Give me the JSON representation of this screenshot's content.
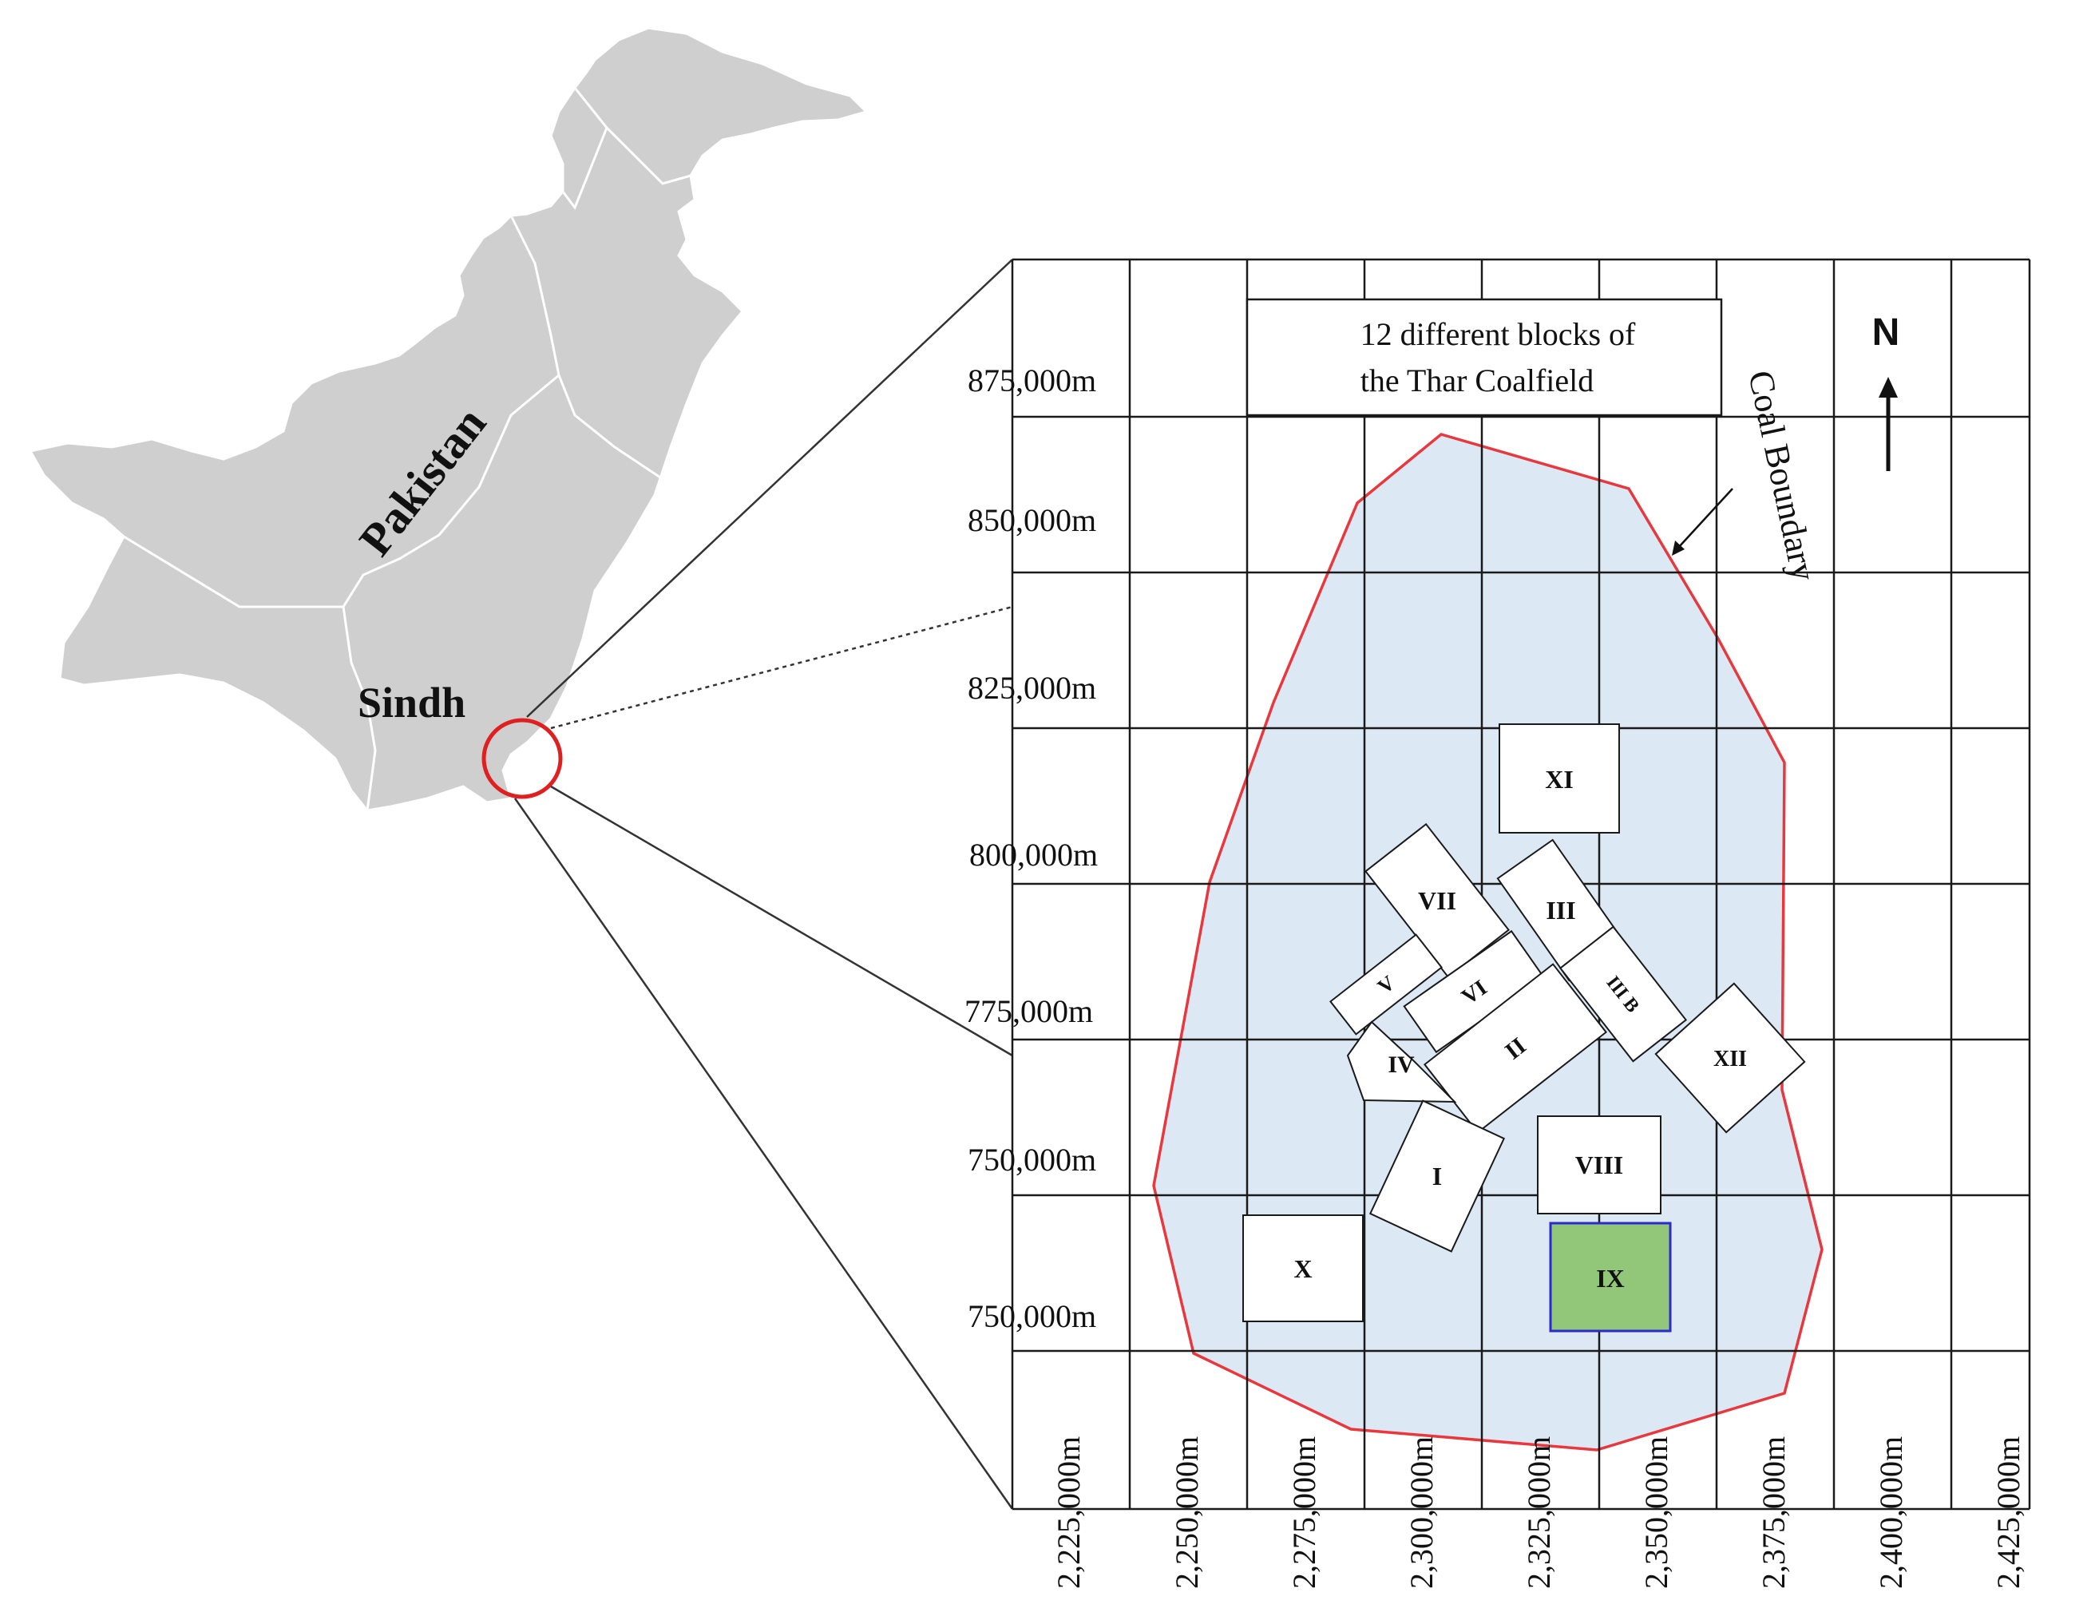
{
  "locator": {
    "country_label": "Pakistan",
    "province_label": "Sindh"
  },
  "map": {
    "title_line1": "12 different blocks of",
    "title_line2": "the Thar Coalfield",
    "boundary_label": "Coal Boundary",
    "north_label": "N",
    "y_labels": [
      "875,000m",
      "850,000m",
      "825,000m",
      "800,000m",
      "775,000m",
      "750,000m",
      "750,000m"
    ],
    "x_labels": [
      "2,225,000m",
      "2,250,000m",
      "2,275,000m",
      "2,300,000m",
      "2,325,000m",
      "2,350,000m",
      "2,375,000m",
      "2,400,000m",
      "2,425,000m"
    ],
    "blocks": [
      "I",
      "II",
      "III",
      "III B",
      "IV",
      "V",
      "VI",
      "VII",
      "VIII",
      "IX",
      "X",
      "XI",
      "XII"
    ],
    "highlighted_block": "IX",
    "colors": {
      "coalfield_fill": "#dde8f5",
      "boundary": "#e8383d",
      "highlight_fill": "#92c77a",
      "highlight_stroke": "#2a2ad0",
      "locator_fill": "#cfcfcf",
      "locator_circle": "#e02020"
    }
  }
}
